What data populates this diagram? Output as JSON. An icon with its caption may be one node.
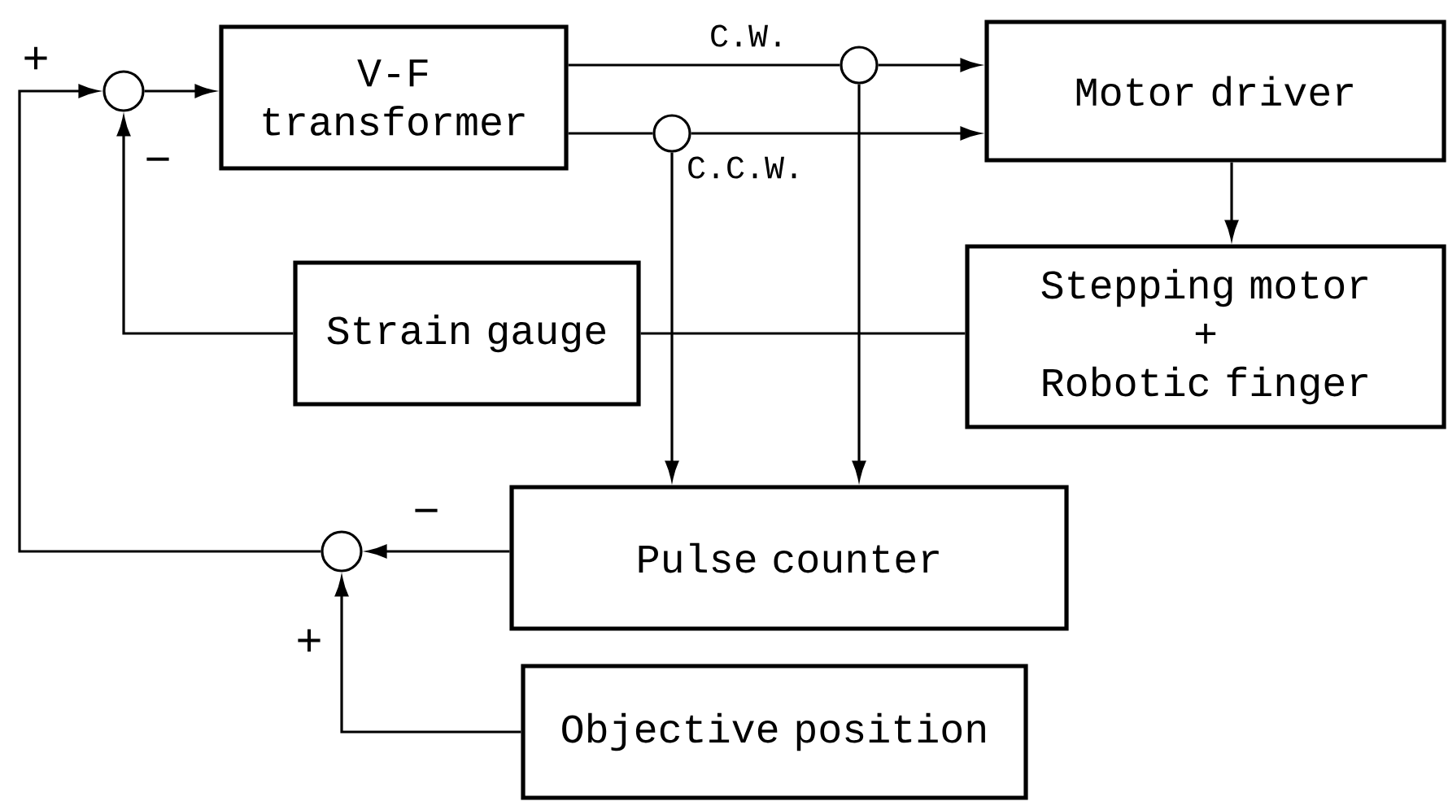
{
  "diagram": {
    "nodes": [
      {
        "text": [],
        "shape": "circle"
      },
      {
        "text": [
          "V-F transformer"
        ]
      },
      {
        "text": [],
        "shape": "circle"
      },
      {
        "text": [],
        "shape": "circle"
      },
      {
        "text": [
          "Motor driver"
        ]
      },
      {
        "text": [
          "Stepping motor",
          "+",
          "Robotic finger"
        ]
      },
      {
        "text": [
          "Strain gauge"
        ]
      },
      {
        "text": [
          "Pulse counter"
        ]
      },
      {
        "text": [],
        "shape": "circle"
      },
      {
        "text": [
          "Objective position"
        ]
      }
    ],
    "edges": [
      {
        "from": 0,
        "to": 1,
        "arrow": "to"
      },
      {
        "from": 1,
        "to": 2,
        "arrow": "none",
        "label": "C.W."
      },
      {
        "from": 2,
        "to": 4,
        "arrow": "to"
      },
      {
        "from": 1,
        "to": 3,
        "arrow": "none"
      },
      {
        "from": 3,
        "to": 4,
        "arrow": "to",
        "label": "C.C.W."
      },
      {
        "from": 3,
        "to": 7,
        "arrow": "to"
      },
      {
        "from": 2,
        "to": 7,
        "arrow": "to"
      },
      {
        "from": 4,
        "to": 5,
        "arrow": "to"
      },
      {
        "from": 6,
        "to": 5,
        "arrow": "none"
      },
      {
        "from": 6,
        "to": 0,
        "arrow": "to"
      },
      {
        "from": 7,
        "to": 8,
        "arrow": "to"
      },
      {
        "from": 9,
        "to": 8,
        "arrow": "to"
      },
      {
        "from": 8,
        "to": 0,
        "arrow": "to"
      }
    ],
    "labels": [
      "+",
      "−",
      "−",
      "+"
    ]
  }
}
